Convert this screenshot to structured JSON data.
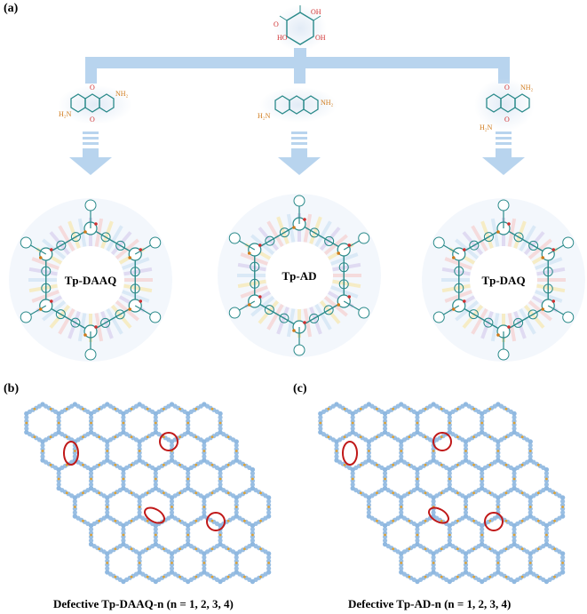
{
  "panels": {
    "a": {
      "label": "(a)"
    },
    "b": {
      "label": "(b)",
      "caption": "Defective Tp-DAAQ-n (n = 1, 2, 3, 4)"
    },
    "c": {
      "label": "(c)",
      "caption": "Defective Tp-AD-n (n = 1, 2, 3, 4)"
    }
  },
  "frameworks": [
    {
      "id": "tp-daaq",
      "label": "Tp-DAAQ"
    },
    {
      "id": "tp-ad",
      "label": "Tp-AD"
    },
    {
      "id": "tp-daq",
      "label": "Tp-DAQ"
    }
  ],
  "colors": {
    "arrow": "#b8d4ee",
    "skeleton": "#2a8a8a",
    "amine": "#d07a1a",
    "oxygen": "#d03030",
    "lattice_atom": "#8fb8e0",
    "lattice_linker": "#e0a030",
    "defect_ellipse": "#c01818"
  }
}
